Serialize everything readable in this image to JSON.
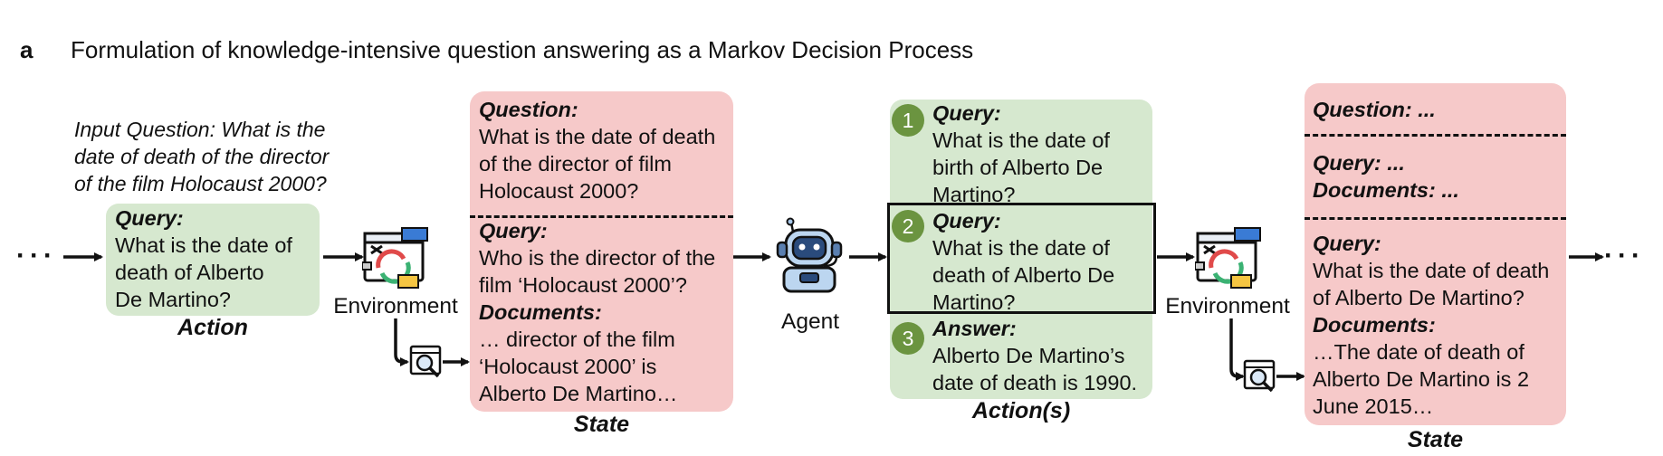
{
  "figure": {
    "letter": "a",
    "title": "Formulation of knowledge-intensive question answering as a Markov Decision Process"
  },
  "input_question": {
    "lines": [
      "Input Question: What is the",
      "date of death of the director",
      "of the film Holocaust 2000?"
    ]
  },
  "ellipsis": "···",
  "action_box": {
    "query_label": "Query:",
    "lines": [
      "What is the date of",
      "death of Alberto",
      "De Martino?"
    ],
    "caption": "Action"
  },
  "environment_label": "Environment",
  "state_box_1": {
    "question_label": "Question:",
    "question_lines": [
      "What is the date of death",
      "of the director of film",
      "Holocaust 2000?"
    ],
    "query_label": "Query:",
    "query_lines": [
      "Who is the director of the",
      "film ‘Holocaust 2000’?"
    ],
    "documents_label": "Documents:",
    "documents_lines": [
      "… director of the film",
      "‘Holocaust 2000’ is",
      "Alberto De Martino…"
    ],
    "caption": "State"
  },
  "agent_label": "Agent",
  "actions_box": {
    "items": [
      {
        "number": "1",
        "label": "Query:",
        "lines": [
          "What is the date of",
          "birth of Alberto De",
          "Martino?"
        ]
      },
      {
        "number": "2",
        "label": "Query:",
        "lines": [
          "What is the date of",
          "death of Alberto De",
          "Martino?"
        ]
      },
      {
        "number": "3",
        "label": "Answer:",
        "lines": [
          "Alberto De Martino’s",
          "date of death is 1990."
        ]
      }
    ],
    "caption": "Action(s)"
  },
  "state_box_2": {
    "question_line": "Question: ...",
    "query_line": "Query: ...",
    "documents_line": "Documents: ...",
    "query_label": "Query:",
    "query_lines": [
      "What is the date of death",
      "of Alberto De Martino?"
    ],
    "documents_label": "Documents:",
    "documents_lines": [
      "…The date of death of",
      "Alberto De Martino is 2",
      "June 2015…"
    ],
    "caption": "State"
  },
  "icons": {
    "environment": "environment-window-icon",
    "search": "search-document-icon",
    "agent": "robot-agent-icon"
  },
  "colors": {
    "action_green": "#d6e8cf",
    "state_red": "#f6c9c9",
    "badge_green": "#6b9440"
  }
}
